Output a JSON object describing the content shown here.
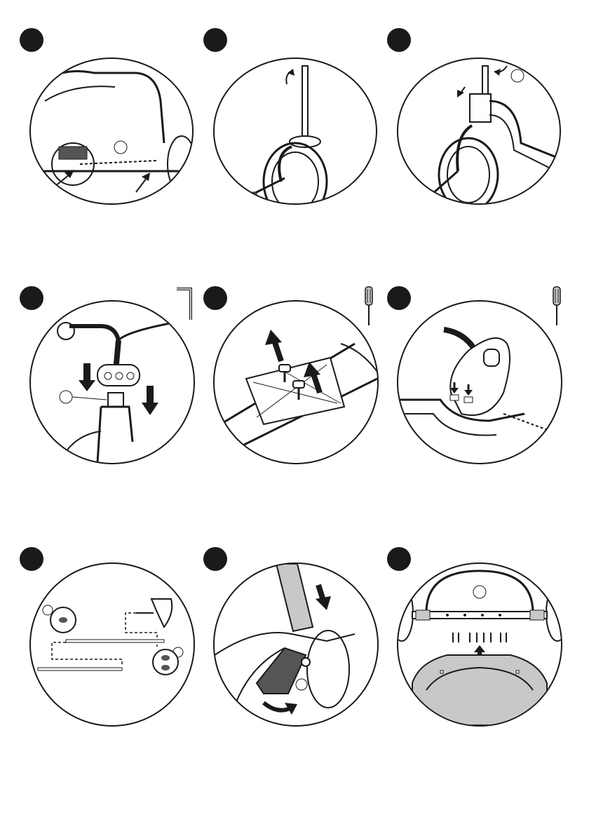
{
  "manual": {
    "steps": [
      {
        "number": "",
        "description": "",
        "tool": ""
      },
      {
        "number": "",
        "description": "",
        "tool": ""
      },
      {
        "number": "",
        "description": "",
        "tool": ""
      },
      {
        "number": "",
        "description": "",
        "tool": "allen-key"
      },
      {
        "number": "",
        "description": "",
        "tool": "screwdriver"
      },
      {
        "number": "",
        "description": "",
        "tool": "screwdriver"
      },
      {
        "number": "",
        "description": "",
        "tool": ""
      },
      {
        "number": "",
        "description": "",
        "tool": ""
      },
      {
        "number": "",
        "description": "",
        "tool": ""
      }
    ]
  },
  "colors": {
    "ink": "#1a1a1a",
    "fill_gray": "#c8c8c8",
    "dark_gray": "#555555",
    "background": "#ffffff"
  },
  "icons": [
    "step-badge-icon",
    "allen-key-icon",
    "screwdriver-icon",
    "arrow-icon",
    "callout-circle-icon"
  ]
}
